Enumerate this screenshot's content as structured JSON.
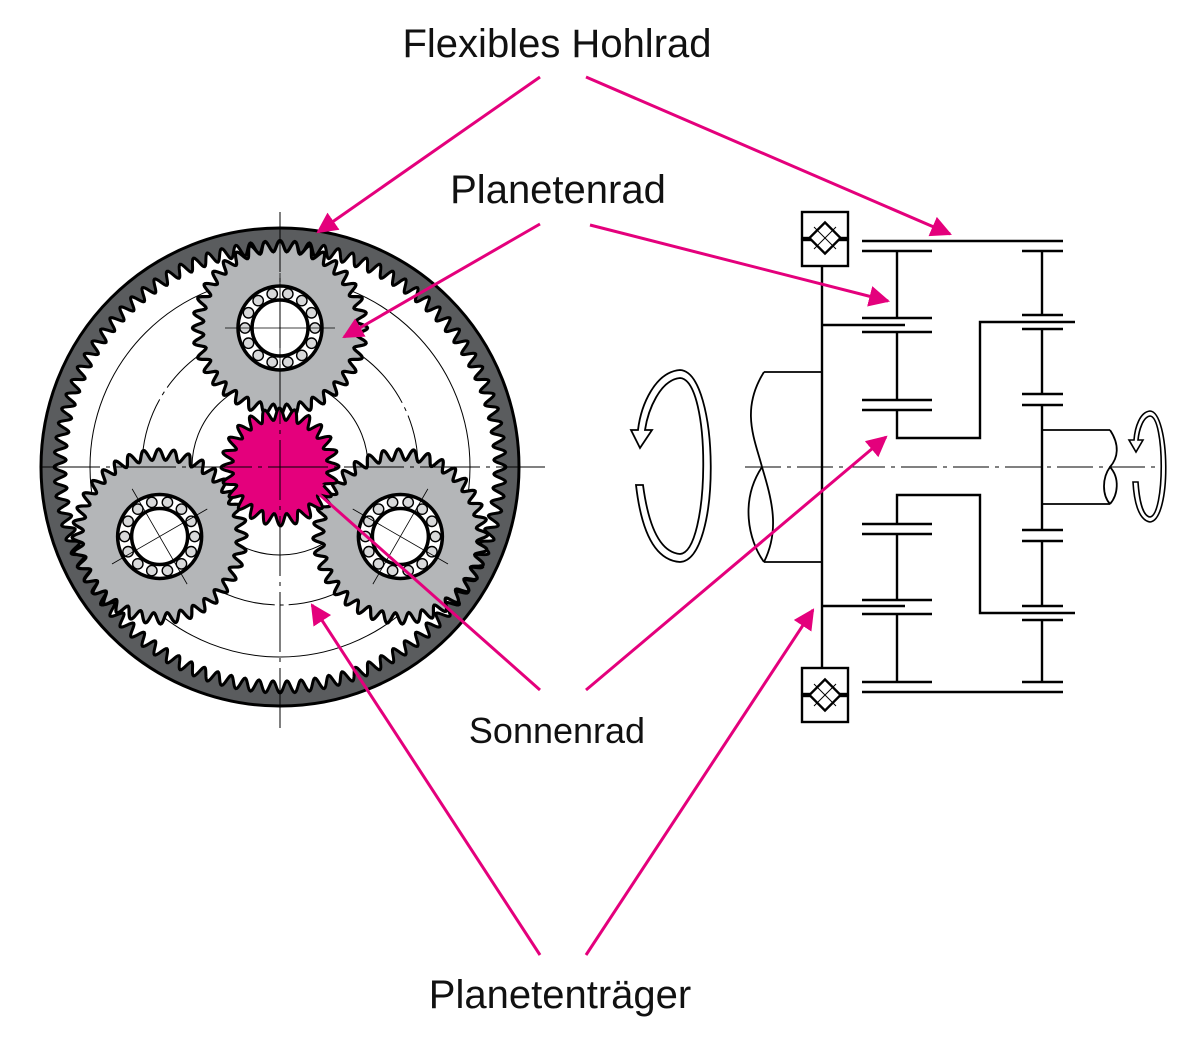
{
  "labels": {
    "ring_gear": "Flexibles Hohlrad",
    "planet_gear": "Planetenrad",
    "sun_gear": "Sonnenrad",
    "planet_carrier": "Planetenträger"
  },
  "colors": {
    "accent": "#E4007C",
    "ring": "#5A5C5E",
    "planet": "#B4B6B8",
    "bearing_ball": "#D8D9DA",
    "line": "#000000",
    "background": "#FFFFFF"
  },
  "components": {
    "planet_count": 3,
    "rotation_arrows": [
      "input-rotation",
      "output-rotation"
    ],
    "bearings": [
      "top-bearing",
      "bottom-bearing"
    ]
  }
}
